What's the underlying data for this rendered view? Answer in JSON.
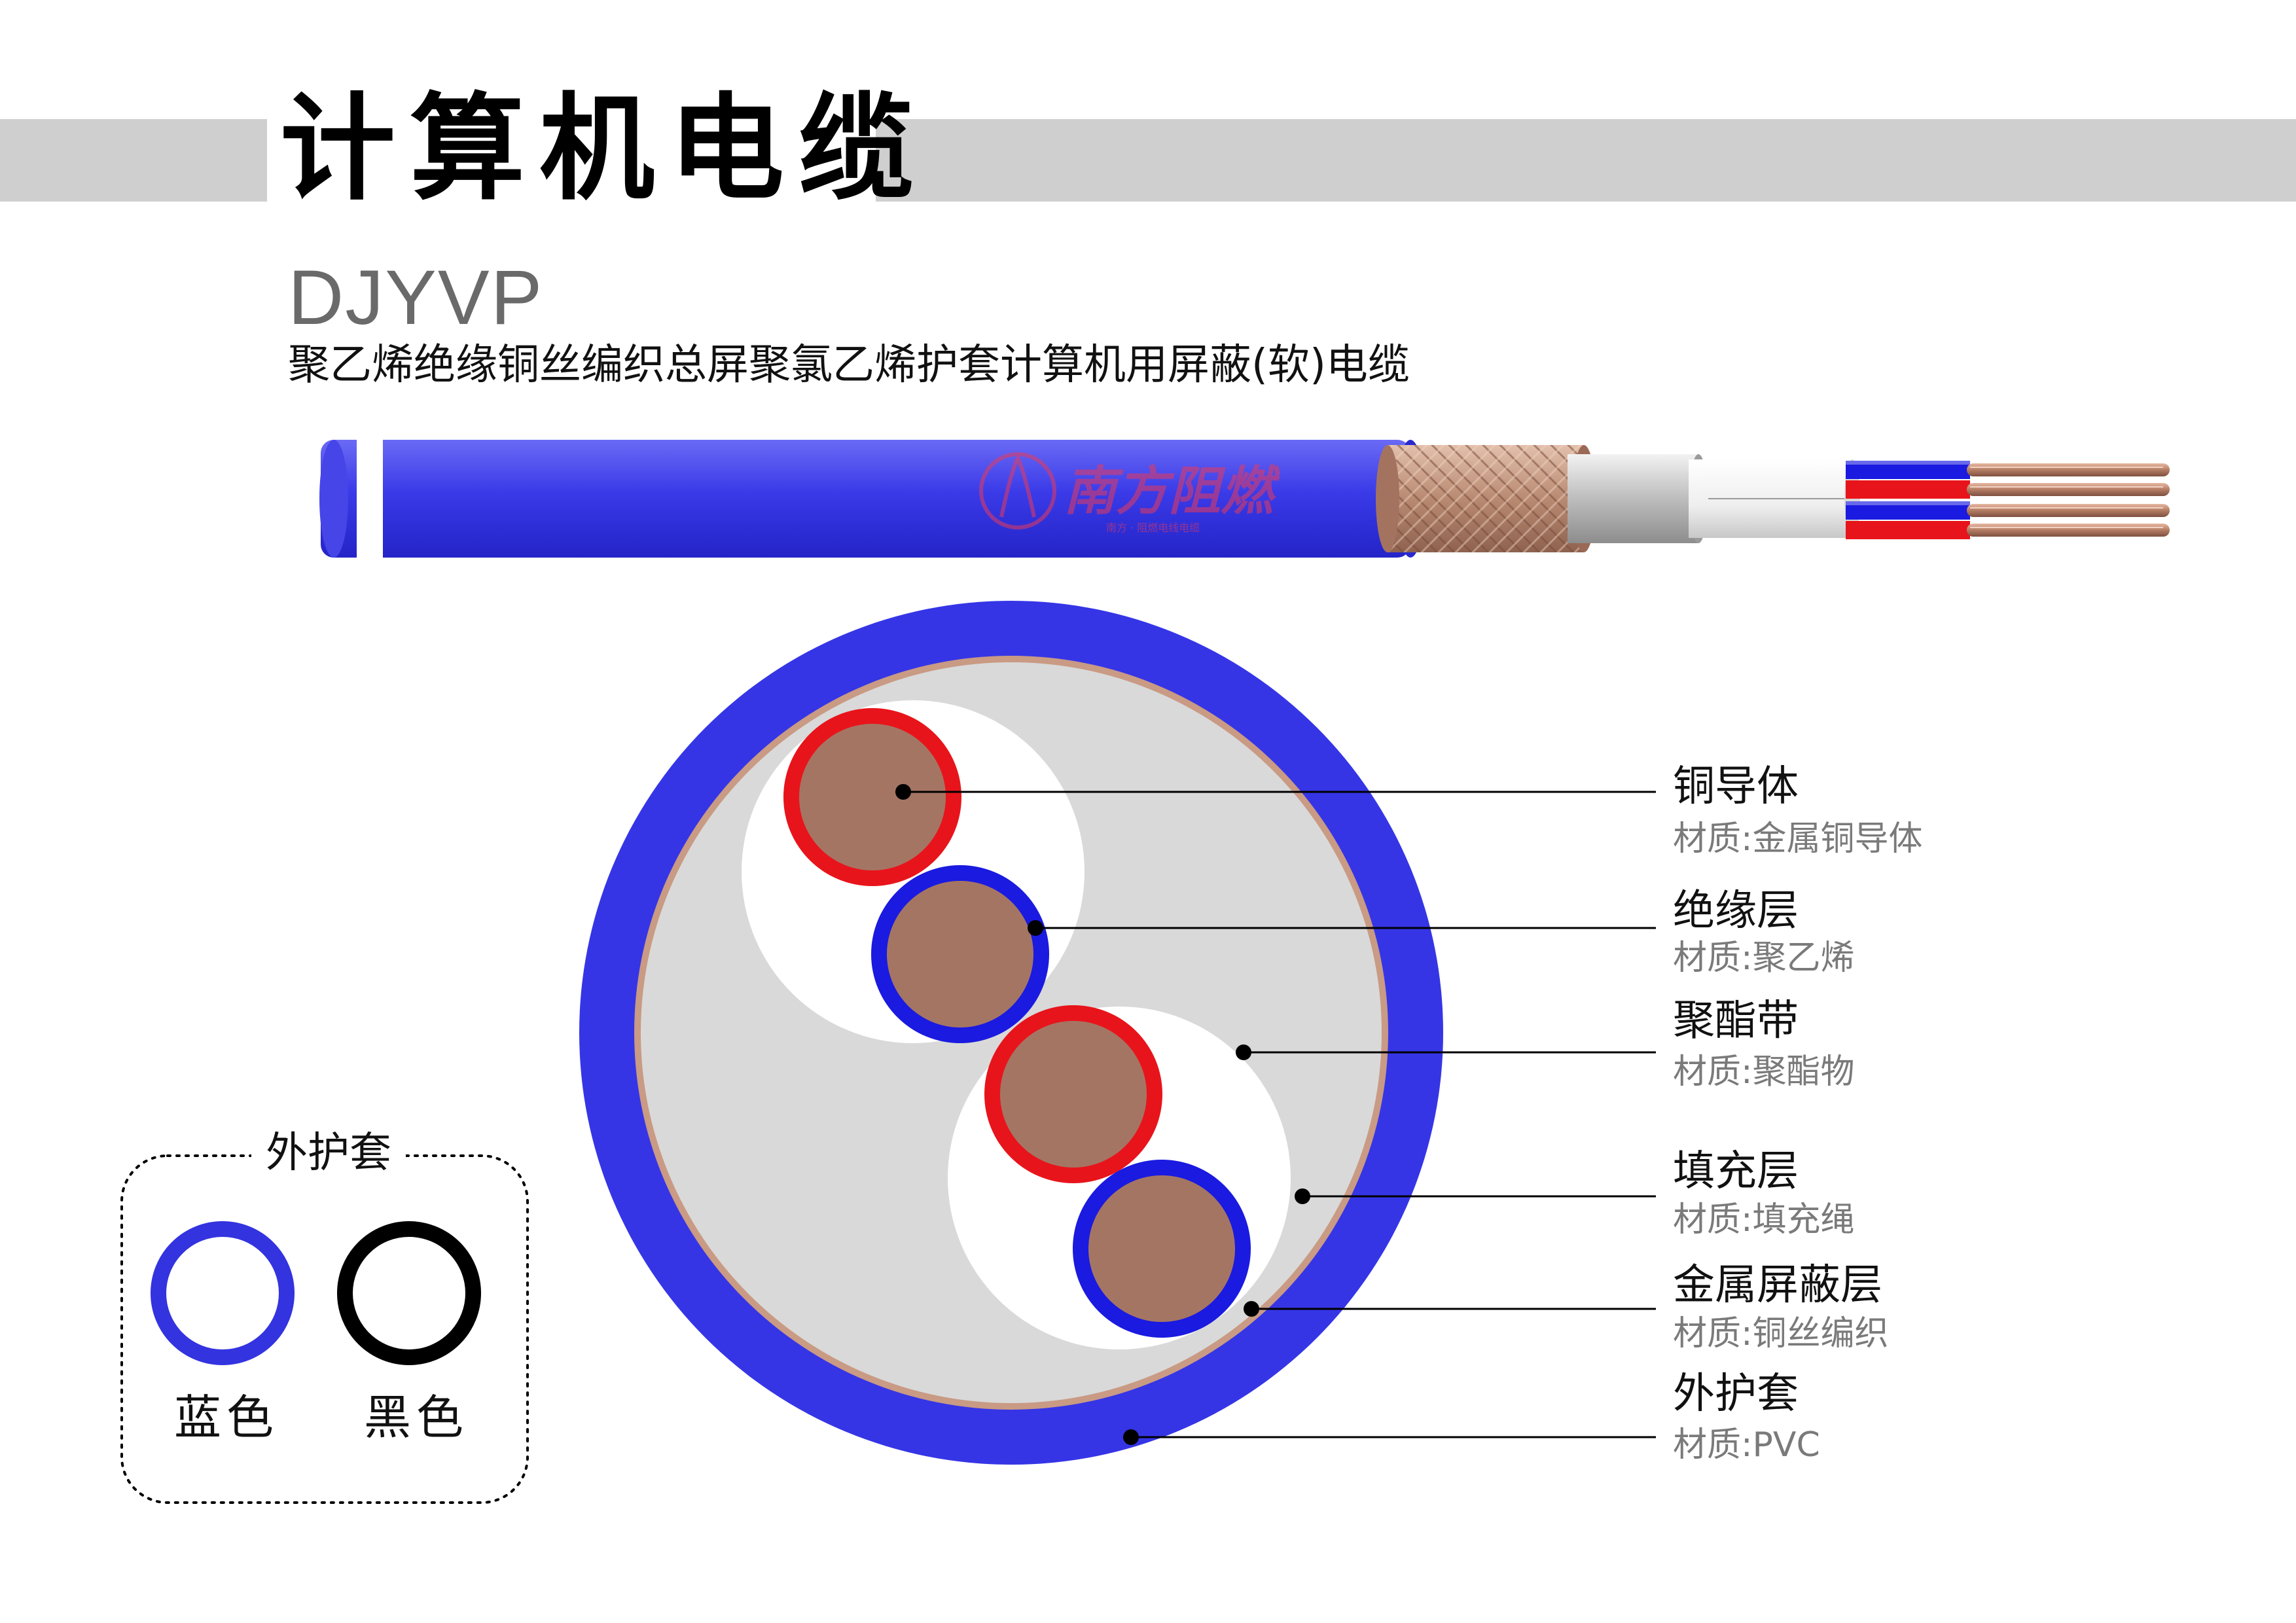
{
  "header": {
    "title": "计算机电缆"
  },
  "product": {
    "model": "DJYVP",
    "description": "聚乙烯绝缘铜丝编织总屏聚氯乙烯护套计算机用屏蔽(软)电缆"
  },
  "cable_side_view": {
    "watermark": "南方阻燃",
    "watermark_sub": "南方 · 阻燃电线电缆"
  },
  "components": [
    {
      "name": "铜导体",
      "material": "材质:金属铜导体"
    },
    {
      "name": "绝缘层",
      "material": "材质:聚乙烯"
    },
    {
      "name": "聚酯带",
      "material": "材质:聚酯物"
    },
    {
      "name": "填充层",
      "material": "材质:填充绳"
    },
    {
      "name": "金属屏蔽层",
      "material": "材质:铜丝编织"
    },
    {
      "name": "外护套",
      "material": "材质:PVC"
    }
  ],
  "legend": {
    "title": "外护套",
    "options": [
      {
        "label": "蓝色",
        "color": "#3333e0"
      },
      {
        "label": "黑色",
        "color": "#000000"
      }
    ]
  },
  "colors": {
    "jacket_blue": "#3535e6",
    "copper": "#a57564",
    "insulation_red": "#e8141b",
    "insulation_blue": "#1a1ae0",
    "filler": "#d9d9d9",
    "shield": "#c99a84"
  }
}
